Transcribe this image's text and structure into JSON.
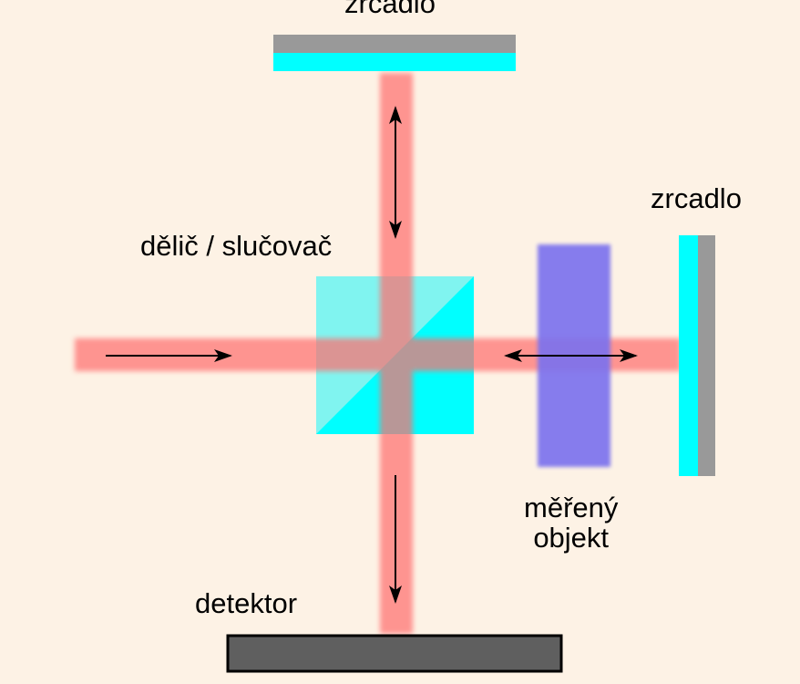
{
  "labels": {
    "mirror_top": "zrcadlo",
    "mirror_right": "zrcadlo",
    "beam_splitter": "dělič / slučovač",
    "measured_object_line1": "měřený",
    "measured_object_line2": "objekt",
    "detector": "detektor"
  },
  "colors": {
    "background": "#fdf2e5",
    "laser_beam": "#ff6f6f",
    "mirror_reflective": "#00ffff",
    "mirror_backing": "#999999",
    "splitter_light": "#80f4f0",
    "splitter_dark": "#00ffff",
    "measured_object": "#7b72ee",
    "detector_body": "#5f5f5f",
    "arrow": "#000000"
  },
  "icons": {
    "arrow_in": "arrow-right",
    "arrow_vertical": "double-arrow-vertical",
    "arrow_horizontal": "double-arrow-horizontal",
    "arrow_out": "arrow-down"
  }
}
